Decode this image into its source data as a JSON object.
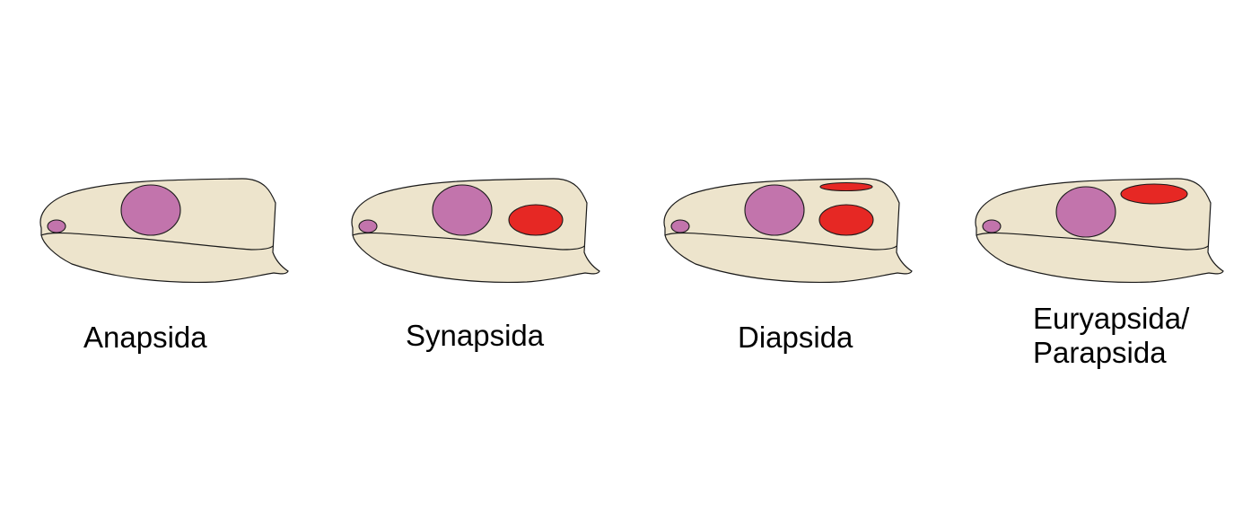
{
  "diagram": {
    "title": "",
    "colors": {
      "bone": "#ede4cc",
      "outline": "#1a1a1a",
      "orbit": "#c274ac",
      "fenestra": "#e62824",
      "background": "#ffffff"
    },
    "skulls": [
      {
        "id": "anapsida",
        "label_line1": "Anapsida",
        "label_line2": "",
        "temporal_openings": 0
      },
      {
        "id": "synapsida",
        "label_line1": "Synapsida",
        "label_line2": "",
        "temporal_openings": 1,
        "opening_position": "lower"
      },
      {
        "id": "diapsida",
        "label_line1": "Diapsida",
        "label_line2": "",
        "temporal_openings": 2,
        "opening_position": "upper and lower"
      },
      {
        "id": "euryapsida",
        "label_line1": "Euryapsida/",
        "label_line2": "Parapsida",
        "temporal_openings": 1,
        "opening_position": "upper"
      }
    ]
  }
}
